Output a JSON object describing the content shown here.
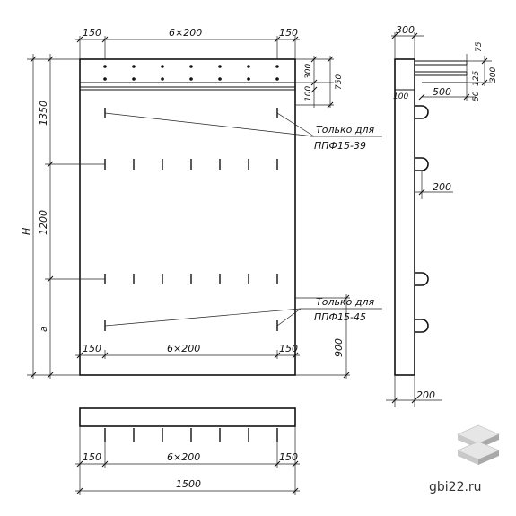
{
  "front_view": {
    "top_dims": [
      "150",
      "6×200",
      "150"
    ],
    "bottom_dims": [
      "150",
      "6×200",
      "150"
    ],
    "right_dims": [
      "300",
      "750",
      "100",
      "900"
    ],
    "left_dims": [
      "1350",
      "1200",
      "a"
    ],
    "height_label": "H",
    "note1_line1": "Только для",
    "note1_line2": "ППФ15-39",
    "note2_line1": "Только для",
    "note2_line2": "ППФ15-45"
  },
  "side_view": {
    "top_dim": "300",
    "dims": [
      "75",
      "300",
      "125",
      "500",
      "50",
      "100",
      "200",
      "200"
    ]
  },
  "plan_view": {
    "dims": [
      "150",
      "6×200",
      "150"
    ],
    "overall": "1500"
  },
  "watermark": "gbi22.ru"
}
